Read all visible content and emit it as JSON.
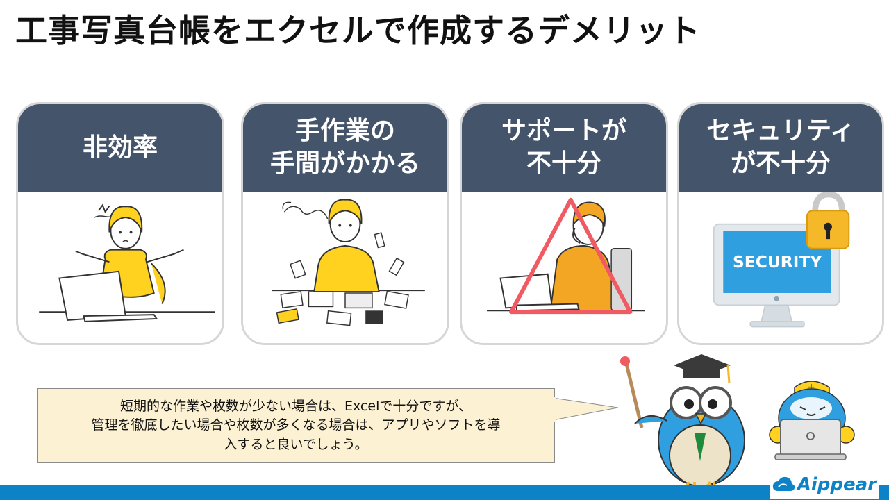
{
  "title": "工事写真台帳をエクセルで作成するデメリット",
  "cards": [
    {
      "label": "非効率",
      "illustration": "confused-woman-laptop"
    },
    {
      "label": "手作業の\n手間がかかる",
      "illustration": "woman-messy-papers"
    },
    {
      "label": "サポートが\n不十分",
      "illustration": "support-operator-warning-triangle"
    },
    {
      "label": "セキュリティ\nが不十分",
      "illustration": "security-monitor-padlock"
    }
  ],
  "callout": {
    "lines": [
      "短期的な作業や枚数が少ない場合は、Excelで十分ですが、",
      "管理を徹底したい場合や枚数が多くなる場合は、アプリやソフトを導",
      "入すると良いでしょう。"
    ]
  },
  "security_screen_text": "SECURITY",
  "brand": {
    "name": "Aippear"
  },
  "colors": {
    "card_header": "#44546a",
    "callout_bg": "#fdf1d3",
    "footer": "#0d82c6",
    "accent_yellow": "#ffd21f",
    "warning_red": "#f05a62"
  }
}
